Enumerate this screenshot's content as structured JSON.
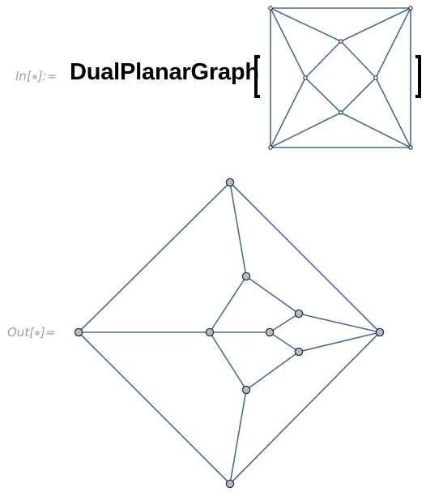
{
  "input_cell": {
    "label_prefix": "In[",
    "label_suffix": "]:=",
    "function_name": "DualPlanarGraph"
  },
  "output_cell": {
    "label_prefix": "Out[",
    "label_suffix": "]="
  },
  "colors": {
    "edge": "#4a6c93",
    "vertex_fill": "#b4bccc",
    "vertex_stroke": "#333333",
    "label_gray": "#a0a0a0",
    "code_text": "#000000"
  },
  "input_graph": {
    "vertex_count": 8,
    "edge_count": 16
  },
  "output_graph": {
    "vertex_count": 10,
    "edge_count": 16
  }
}
